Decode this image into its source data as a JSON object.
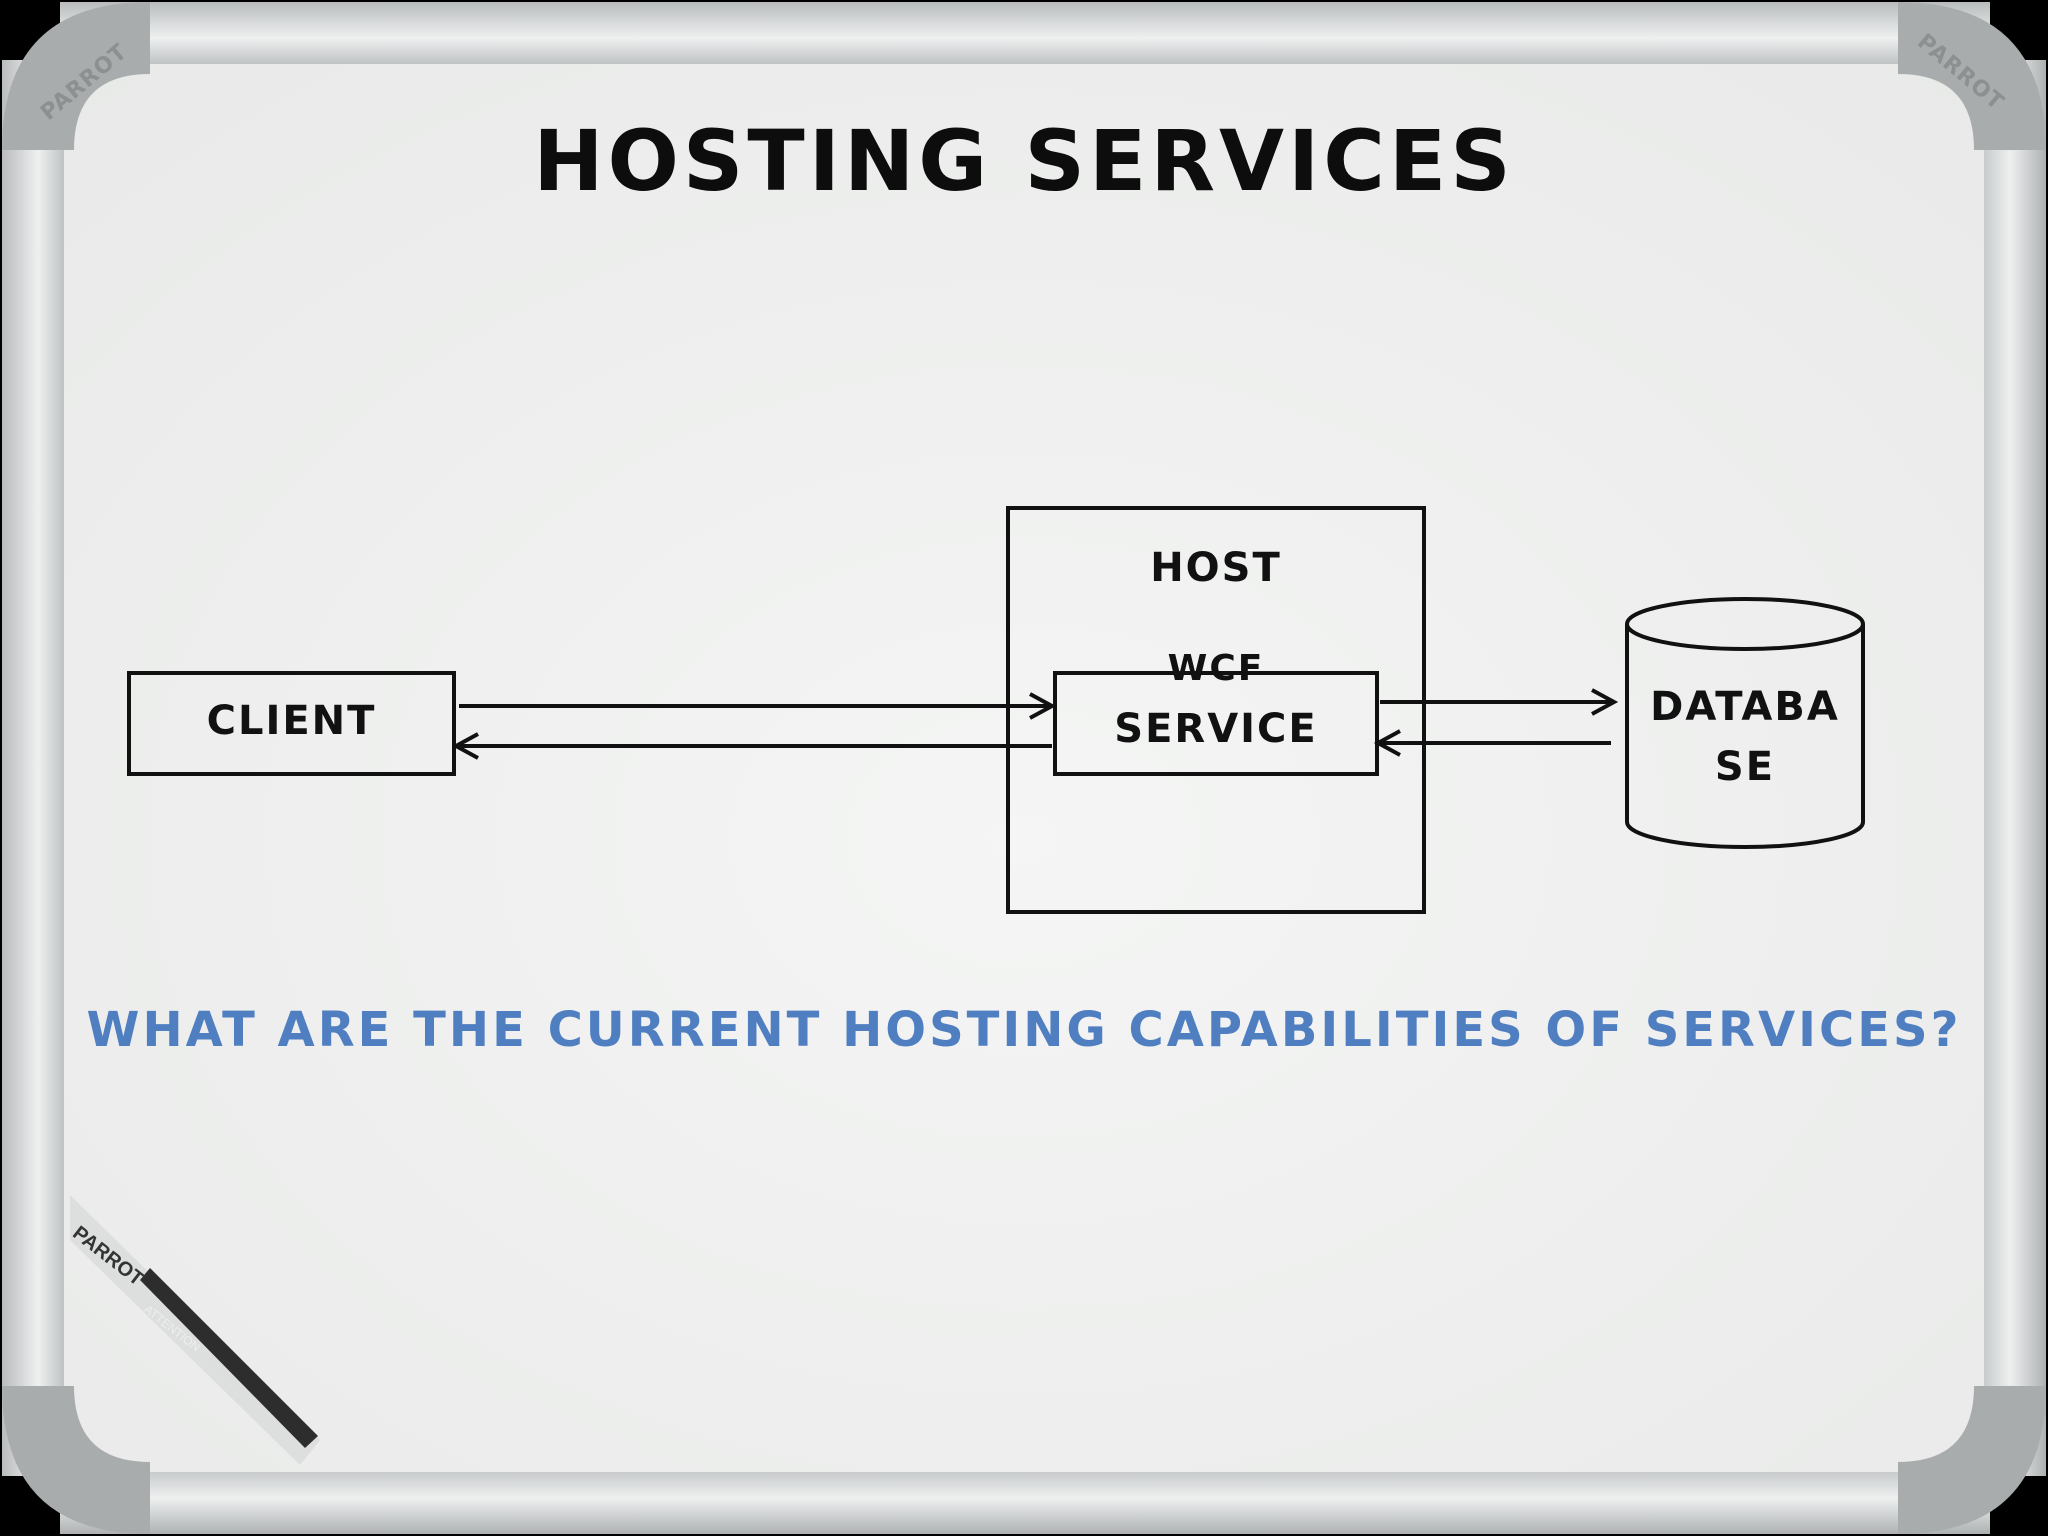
{
  "slide": {
    "title": "HOSTING SERVICES",
    "question": "WHAT ARE THE CURRENT HOSTING CAPABILITIES OF SERVICES?"
  },
  "diagram": {
    "client_label": "CLIENT",
    "host_label": "HOST",
    "service_label": "WCF\nSERVICE",
    "service_line1": "WCF",
    "service_line2": "SERVICE",
    "database_line1": "DATABA",
    "database_line2": "SE"
  },
  "whiteboard": {
    "brand": "PARROT",
    "sticker_brand": "PARROT",
    "sticker_notice": "ATTENTION"
  },
  "colors": {
    "board": "#f1f2f1",
    "frame": "#c9cbcb",
    "ink": "#111111",
    "question": "#4f7fc1"
  }
}
